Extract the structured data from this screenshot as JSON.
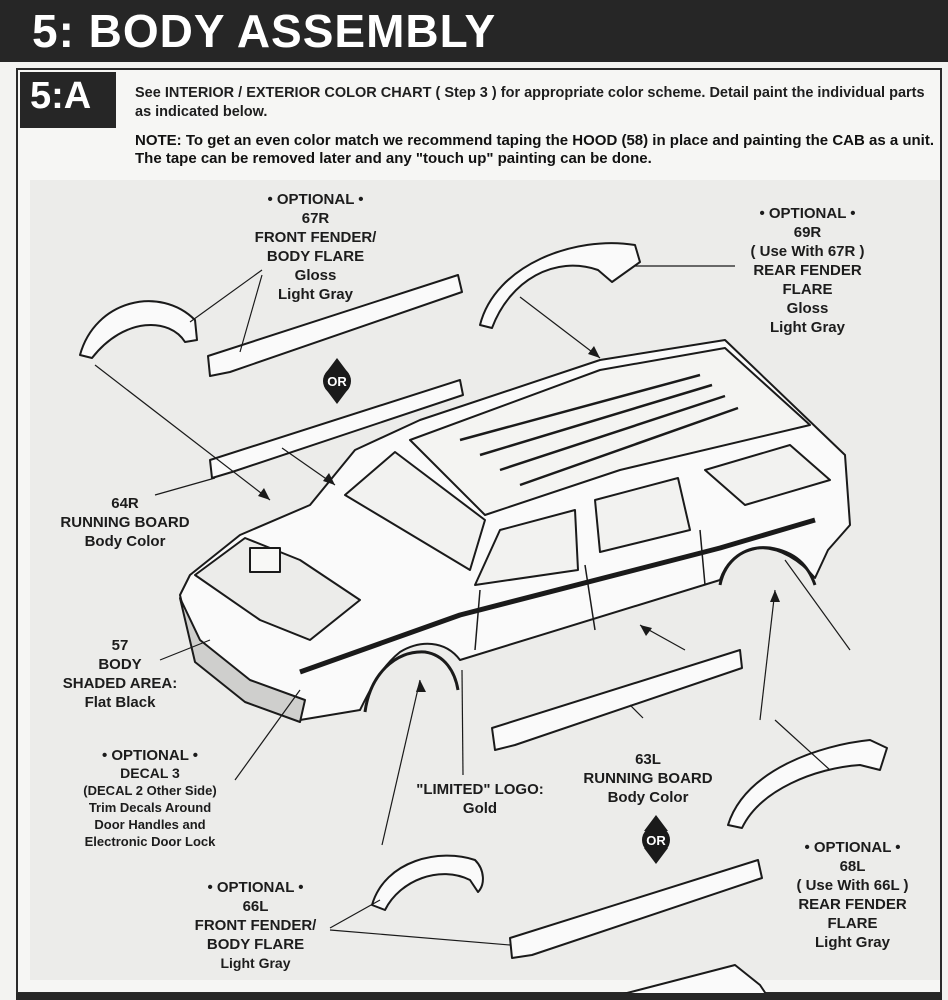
{
  "header": {
    "title": "5: BODY ASSEMBLY"
  },
  "step": {
    "label": "5:A",
    "instruction": "See  INTERIOR / EXTERIOR COLOR CHART  ( Step 3 ) for appropriate color scheme. Detail paint the individual parts as indicated below.",
    "note": "NOTE: To get an even color match we recommend taping the HOOD (58) in place and painting the CAB as a unit. The tape can be removed later and any \"touch up\" painting can be done."
  },
  "callouts": {
    "part_67r": {
      "optional": "• OPTIONAL •",
      "number": "67R",
      "name1": "FRONT FENDER/",
      "name2": "BODY FLARE",
      "finish1": "Gloss",
      "finish2": "Light Gray"
    },
    "part_69r": {
      "optional": "• OPTIONAL •",
      "number": "69R",
      "use": "( Use With 67R )",
      "name1": "REAR FENDER",
      "name2": "FLARE",
      "finish1": "Gloss",
      "finish2": "Light Gray"
    },
    "part_64r": {
      "number": "64R",
      "name": "RUNNING BOARD",
      "finish": "Body Color"
    },
    "part_57": {
      "number": "57",
      "name": "BODY",
      "area": "SHADED AREA:",
      "finish": "Flat Black"
    },
    "decal_3": {
      "optional": "• OPTIONAL •",
      "name": "DECAL 3",
      "sub": "(DECAL 2 Other Side)",
      "line1": "Trim Decals Around",
      "line2": "Door Handles and",
      "line3": "Electronic Door Lock"
    },
    "logo": {
      "name": "\"LIMITED\" LOGO:",
      "finish": "Gold"
    },
    "part_63l": {
      "number": "63L",
      "name": "RUNNING BOARD",
      "finish": "Body Color"
    },
    "part_66l": {
      "optional": "• OPTIONAL •",
      "number": "66L",
      "name1": "FRONT FENDER/",
      "name2": "BODY FLARE",
      "finish": "Light Gray"
    },
    "part_68l": {
      "optional": "• OPTIONAL •",
      "number": "68L",
      "use": "( Use With 66L )",
      "name1": "REAR FENDER",
      "name2": "FLARE",
      "finish": "Light Gray"
    },
    "or_top": "OR",
    "or_bottom": "OR"
  }
}
